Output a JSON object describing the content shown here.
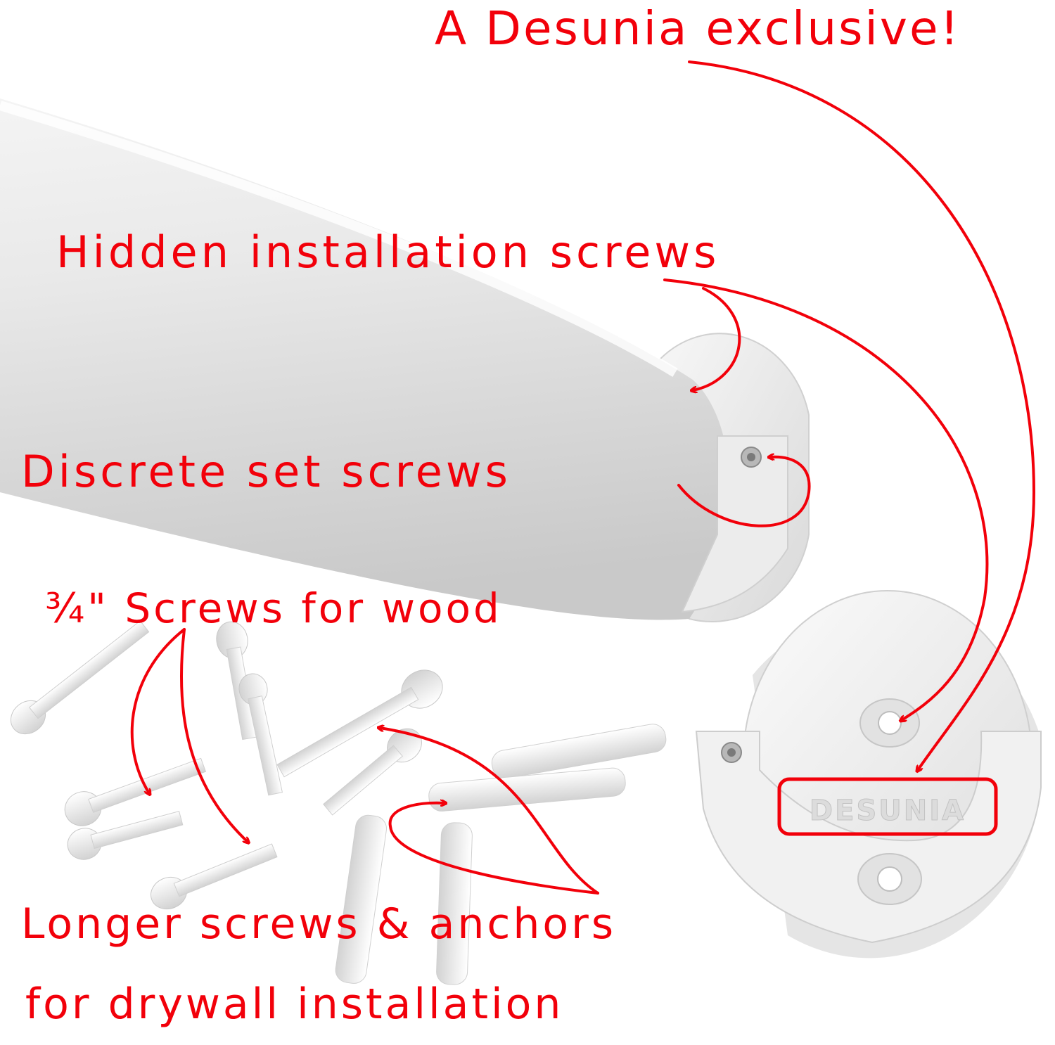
{
  "annotations": {
    "exclusive": "A Desunia exclusive!",
    "hidden_screws": "Hidden installation screws",
    "set_screws": "Discrete set screws",
    "wood_screws": "¾\" Screws for wood",
    "drywall_line1": "Longer screws & anchors",
    "drywall_line2": "for drywall installation"
  },
  "bracket_logo": "DESUNIA",
  "colors": {
    "annotation": "#f2000a",
    "product": "#ffffff"
  }
}
